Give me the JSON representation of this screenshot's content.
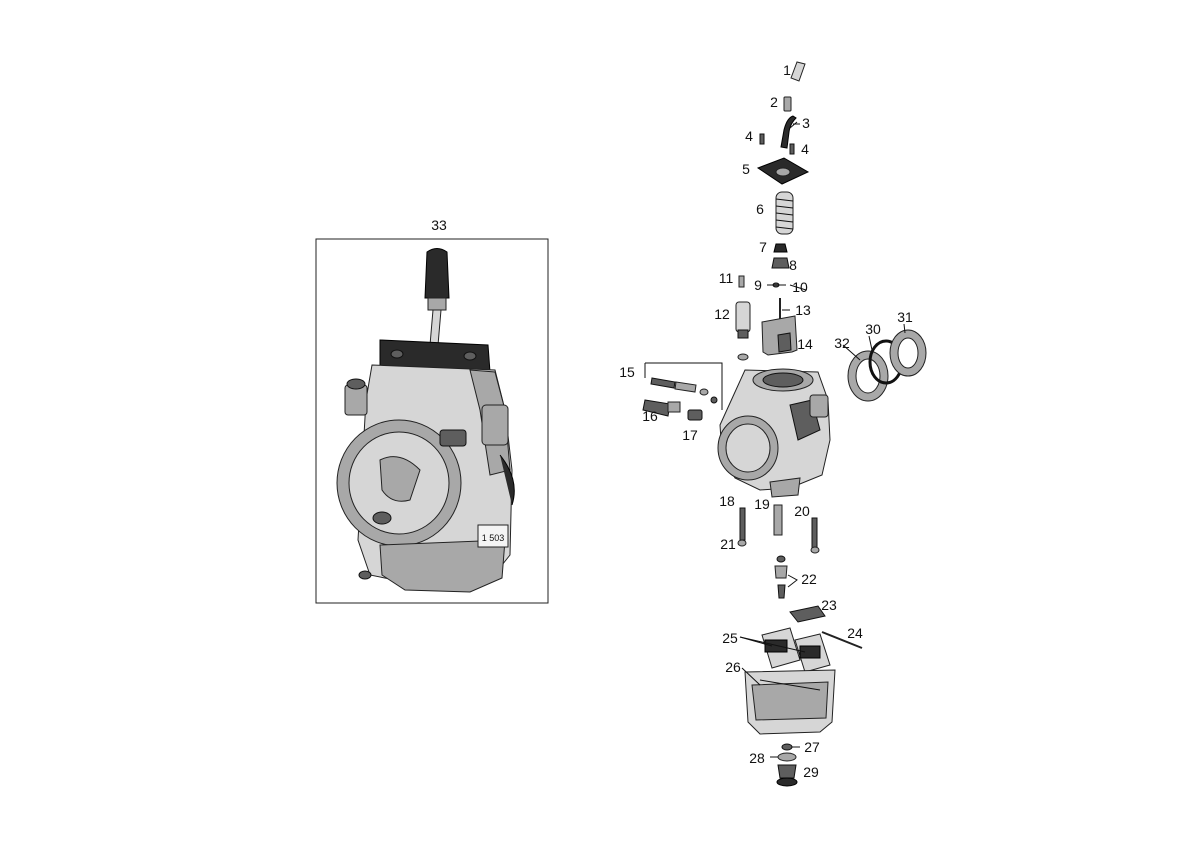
{
  "figure": {
    "callouts": [
      "1",
      "2",
      "3",
      "4",
      "5",
      "6",
      "7",
      "8",
      "9",
      "10",
      "11",
      "12",
      "13",
      "14",
      "15",
      "16",
      "17",
      "18",
      "19",
      "20",
      "21",
      "22",
      "23",
      "24",
      "25",
      "26",
      "27",
      "28",
      "29",
      "30",
      "31",
      "32",
      "33"
    ],
    "inset_callout": "33",
    "inset_plate_text": "1 503"
  }
}
